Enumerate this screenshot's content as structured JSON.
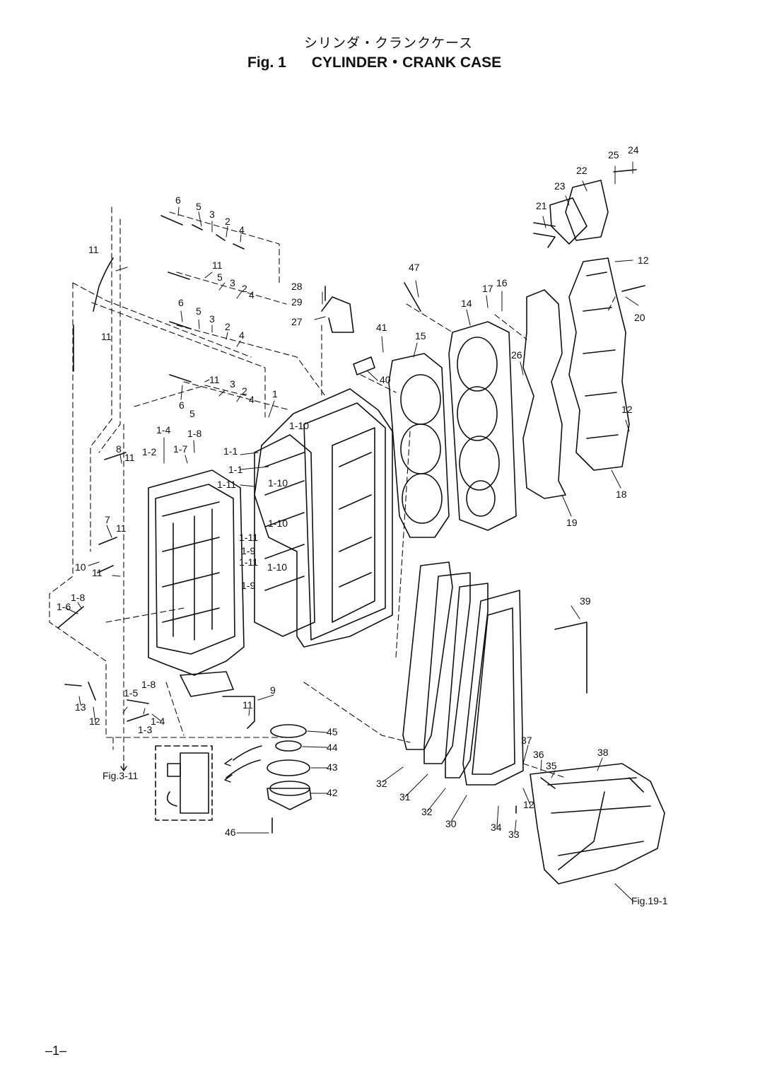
{
  "header": {
    "title_jp": "シリンダ・クランクケース",
    "fig_label": "Fig. 1",
    "title_en": "CYLINDER・CRANK CASE"
  },
  "callouts": [
    {
      "label": "24"
    },
    {
      "label": "25"
    },
    {
      "label": "22"
    },
    {
      "label": "23"
    },
    {
      "label": "21"
    },
    {
      "label": "12"
    },
    {
      "label": "20"
    },
    {
      "label": "47"
    },
    {
      "label": "28"
    },
    {
      "label": "29"
    },
    {
      "label": "27"
    },
    {
      "label": "17"
    },
    {
      "label": "16"
    },
    {
      "label": "14"
    },
    {
      "label": "41"
    },
    {
      "label": "15"
    },
    {
      "label": "40"
    },
    {
      "label": "26"
    },
    {
      "label": "12"
    },
    {
      "label": "18"
    },
    {
      "label": "19"
    },
    {
      "label": "6"
    },
    {
      "label": "5"
    },
    {
      "label": "3"
    },
    {
      "label": "2"
    },
    {
      "label": "4"
    },
    {
      "label": "11"
    },
    {
      "label": "11"
    },
    {
      "label": "5"
    },
    {
      "label": "3"
    },
    {
      "label": "2"
    },
    {
      "label": "4"
    },
    {
      "label": "6"
    },
    {
      "label": "5"
    },
    {
      "label": "3"
    },
    {
      "label": "2"
    },
    {
      "label": "4"
    },
    {
      "label": "11"
    },
    {
      "label": "11"
    },
    {
      "label": "3"
    },
    {
      "label": "2"
    },
    {
      "label": "4"
    },
    {
      "label": "6"
    },
    {
      "label": "5"
    },
    {
      "label": "1"
    },
    {
      "label": "1-4"
    },
    {
      "label": "1-8"
    },
    {
      "label": "1-10"
    },
    {
      "label": "8"
    },
    {
      "label": "1-2"
    },
    {
      "label": "1-7"
    },
    {
      "label": "1-1"
    },
    {
      "label": "11"
    },
    {
      "label": "1-1"
    },
    {
      "label": "1-11"
    },
    {
      "label": "1-10"
    },
    {
      "label": "7"
    },
    {
      "label": "1-10"
    },
    {
      "label": "11"
    },
    {
      "label": "1-11"
    },
    {
      "label": "1-9"
    },
    {
      "label": "10"
    },
    {
      "label": "1-11"
    },
    {
      "label": "1-10"
    },
    {
      "label": "11"
    },
    {
      "label": "1-9"
    },
    {
      "label": "1-8"
    },
    {
      "label": "1-6"
    },
    {
      "label": "39"
    },
    {
      "label": "13"
    },
    {
      "label": "12"
    },
    {
      "label": "1-5"
    },
    {
      "label": "1-8"
    },
    {
      "label": "1-3"
    },
    {
      "label": "1-4"
    },
    {
      "label": "9"
    },
    {
      "label": "11"
    },
    {
      "label": "45"
    },
    {
      "label": "44"
    },
    {
      "label": "43"
    },
    {
      "label": "42"
    },
    {
      "label": "46"
    },
    {
      "label": "37"
    },
    {
      "label": "36"
    },
    {
      "label": "35"
    },
    {
      "label": "38"
    },
    {
      "label": "32"
    },
    {
      "label": "31"
    },
    {
      "label": "32"
    },
    {
      "label": "30"
    },
    {
      "label": "12"
    },
    {
      "label": "34"
    },
    {
      "label": "33"
    }
  ],
  "references": {
    "fig_3_11": "Fig.3-11",
    "fig_19_1": "Fig.19-1"
  },
  "page_number": "–1–"
}
